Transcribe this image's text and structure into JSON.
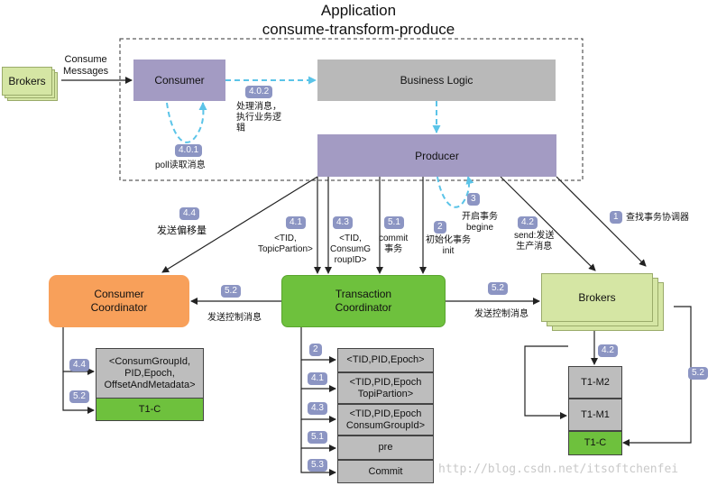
{
  "title": {
    "line1": "Application",
    "line2": "consume-transform-produce"
  },
  "nodes": {
    "brokers_left": "Brokers",
    "consumer": "Consumer",
    "business_logic": "Business Logic",
    "producer": "Producer",
    "consumer_coordinator": "Consumer\nCoordinator",
    "transaction_coordinator": "Transaction\nCoordinator",
    "brokers_right": "Brokers"
  },
  "consume_messages": "Consume\nMessages",
  "steps": {
    "s401": {
      "badge": "4.0.1",
      "text": "poll读取消息"
    },
    "s402": {
      "badge": "4.0.2",
      "text": "处理消息，\n执行业务逻\n辑"
    },
    "s1": {
      "badge": "1",
      "text": "查找事务协调器"
    },
    "s2": {
      "badge": "2",
      "text": "初始化事务\ninit"
    },
    "s3": {
      "badge": "3",
      "text": "开启事务\nbegine"
    },
    "s41": {
      "badge": "4.1",
      "text": "<TID,\nTopicPartion>"
    },
    "s42": {
      "badge": "4.2",
      "text": "send:发送\n生产消息"
    },
    "s43": {
      "badge": "4.3",
      "text": "<TID,\nConsumG\nroupID>"
    },
    "s44": {
      "badge": "4.4",
      "text": "发送偏移量"
    },
    "s51": {
      "badge": "5.1",
      "text": "commit\n事务"
    },
    "s52_left": {
      "badge": "5.2",
      "text": "发送控制消息"
    },
    "s52_right": {
      "badge": "5.2",
      "text": "发送控制消息"
    }
  },
  "consumer_log": {
    "badges": [
      "4.4",
      "5.2"
    ],
    "cells": [
      "<ConsumGroupId,\nPID,Epoch,\nOffsetAndMetadata>",
      "T1-C"
    ]
  },
  "transaction_log": {
    "badges": [
      "2",
      "4.1",
      "4.3",
      "5.1",
      "5.3"
    ],
    "cells": [
      "<TID,PID,Epoch>",
      "<TID,PID,Epoch\nTopiPartion>",
      "<TID,PID,Epoch\nConsumGroupId>",
      "pre",
      "Commit"
    ]
  },
  "partitions": {
    "badges": [
      "4.2",
      "5.2"
    ],
    "cells": [
      "T1-M2",
      "T1-M1",
      "T1-C"
    ]
  },
  "watermark": "http://blog.csdn.net/itsoftchenfei",
  "colors": {
    "purple": "#a39bc3",
    "gray": "#b9b9b9",
    "green": "#6ec13d",
    "orange": "#f8a05a",
    "brokers": "#d5e6a4",
    "badge": "#8c95c3",
    "dashed_arrow": "#5bc4e8"
  }
}
